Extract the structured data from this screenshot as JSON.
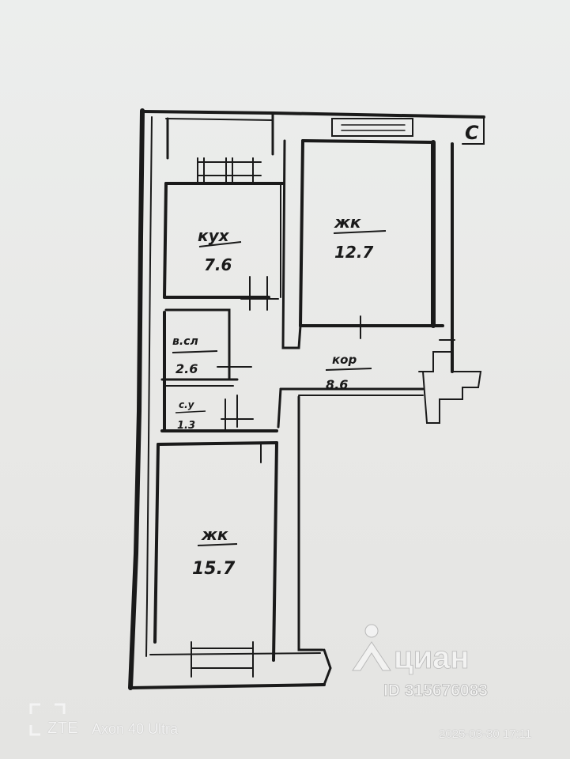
{
  "floor_plan": {
    "rooms": [
      {
        "id": "kitchen",
        "name": "кух",
        "area": "7.6"
      },
      {
        "id": "living-room-1",
        "name": "жк",
        "area": "12.7"
      },
      {
        "id": "bathroom",
        "name": "в.сл",
        "area": "2.6"
      },
      {
        "id": "toilet",
        "name": "с.у",
        "area": "1.3"
      },
      {
        "id": "corridor",
        "name": "кор",
        "area": "8.6"
      },
      {
        "id": "living-room-2",
        "name": "жк",
        "area": "15.7"
      }
    ],
    "corner_mark": "С"
  },
  "watermark": {
    "brand": "циан",
    "listing_id": "ID 315676083"
  },
  "camera": {
    "brand": "ZTE",
    "model": "Axon 40 Ultra",
    "timestamp": "2025-03-30 17:11"
  },
  "colors": {
    "paper": "#ebebe9",
    "ink": "#1a1a1a",
    "overlay_text": "#f4f4f4"
  }
}
